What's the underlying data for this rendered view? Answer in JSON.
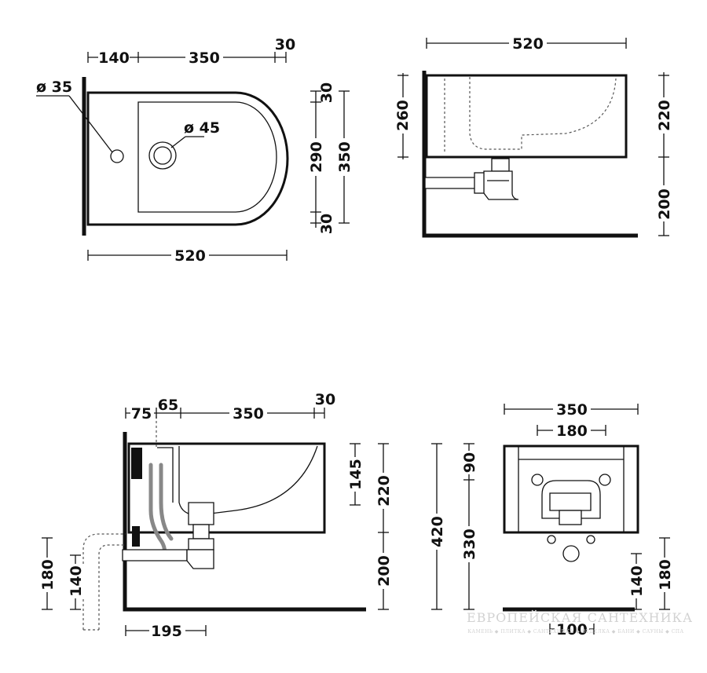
{
  "top_view": {
    "d140": "140",
    "d350": "350",
    "d30": "30",
    "phi35": "ø 35",
    "phi45": "ø 45",
    "v30a": "30",
    "v290": "290",
    "v30b": "30",
    "v350": "350",
    "d520": "520"
  },
  "side_view": {
    "d520": "520",
    "v260": "260",
    "v220": "220",
    "v200": "200"
  },
  "section_view": {
    "d75": "75",
    "d65": "65",
    "d350": "350",
    "d30": "30",
    "v145": "145",
    "v220": "220",
    "v200": "200",
    "v180": "180",
    "v140": "140",
    "d195": "195"
  },
  "back_view": {
    "d350": "350",
    "d180": "180",
    "v90": "90",
    "v420": "420",
    "v330": "330",
    "v140": "140",
    "v180": "180",
    "d100": "100"
  },
  "watermark": {
    "main": "ЕВРОПЕЙСКАЯ САНТЕХНИКА",
    "sub": "КАМЕНЬ ◆ ПЛИТКА ◆ САНТЕХНИКА ◆ ОТДЕЛКА ◆ БАНИ ◆ САУНЫ ◆ СПА"
  }
}
